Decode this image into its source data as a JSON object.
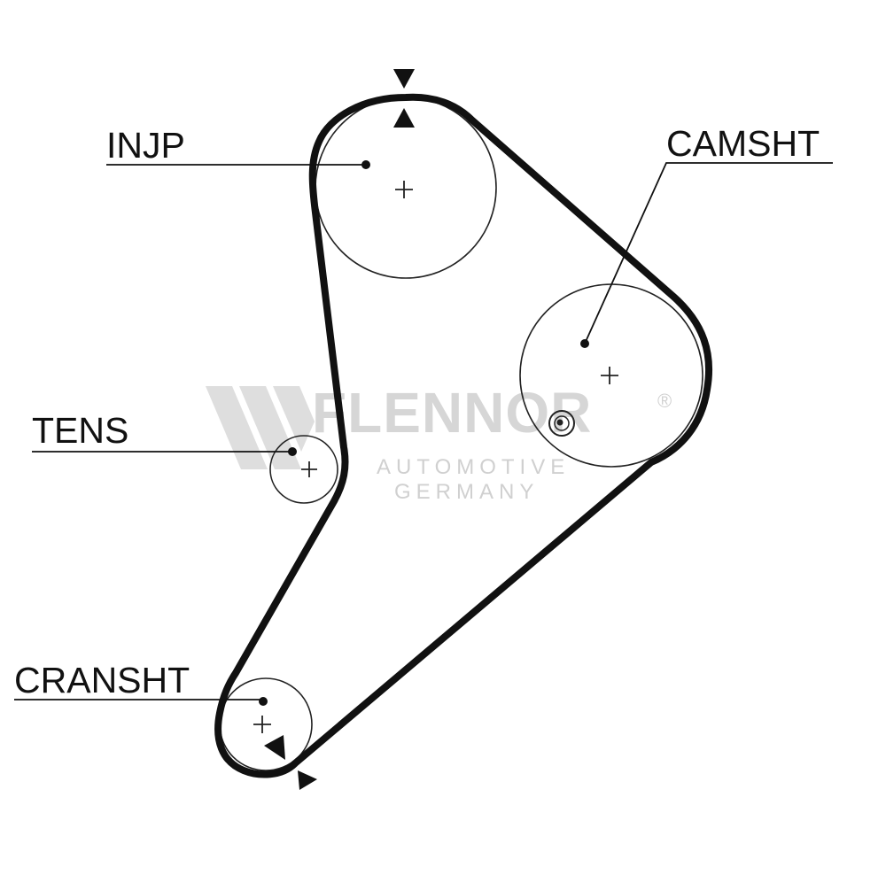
{
  "diagram": {
    "labels": {
      "injp": "INJP",
      "camsht": "CAMSHT",
      "tens": "TENS",
      "cransht": "CRANSHT"
    },
    "watermark": {
      "brand": "FLENNOR",
      "registered": "®",
      "line1": "AUTOMOTIVE",
      "line2": "GERMANY"
    },
    "colors": {
      "belt": "#111111",
      "outline": "#222222",
      "watermark": "#d6d6d6"
    }
  }
}
